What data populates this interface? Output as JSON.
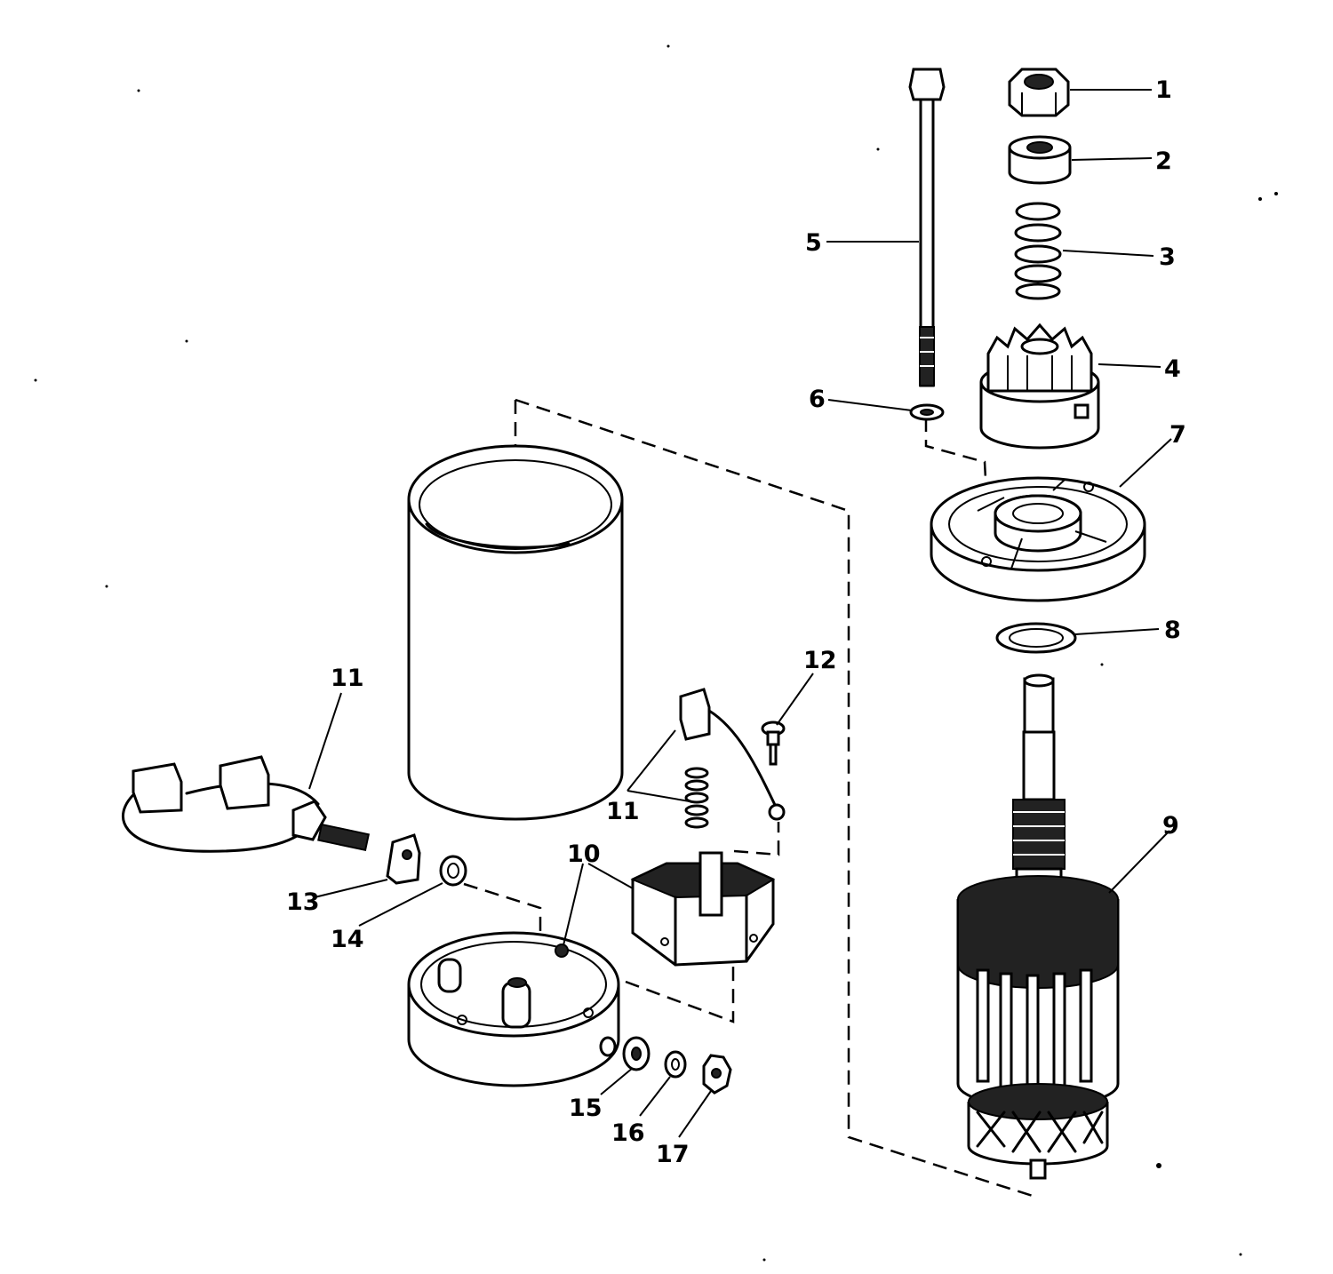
{
  "labels": {
    "p1": "1",
    "p2": "2",
    "p3": "3",
    "p4": "4",
    "p5": "5",
    "p6": "6",
    "p7": "7",
    "p8": "8",
    "p9": "9",
    "p10": "10",
    "p11a": "11",
    "p11b": "11",
    "p12": "12",
    "p13": "13",
    "p14": "14",
    "p15": "15",
    "p16": "16",
    "p17": "17"
  }
}
